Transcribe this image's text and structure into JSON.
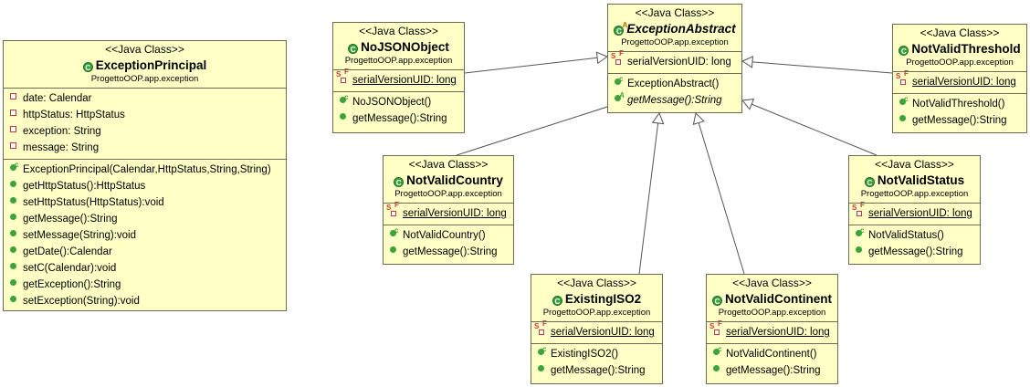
{
  "stereotype": "<<Java Class>>",
  "package": "ProgettoOOP.app.exception",
  "classes": {
    "principal": {
      "name": "ExceptionPrincipal",
      "fields": [
        "date: Calendar",
        "httpStatus: HttpStatus",
        "exception: String",
        "message: String"
      ],
      "methods": [
        "ExceptionPrincipal(Calendar,HttpStatus,String,String)",
        "getHttpStatus():HttpStatus",
        "setHttpStatus(HttpStatus):void",
        "getMessage():String",
        "setMessage(String):void",
        "getDate():Calendar",
        "setC(Calendar):void",
        "getException():String",
        "setException(String):void"
      ]
    },
    "nojson": {
      "name": "NoJSONObject",
      "field": "serialVersionUID: long",
      "methods": [
        "NoJSONObject()",
        "getMessage():String"
      ]
    },
    "abstract": {
      "name": "ExceptionAbstract",
      "field": "serialVersionUID: long",
      "methods": [
        "ExceptionAbstract()",
        "getMessage():String"
      ]
    },
    "threshold": {
      "name": "NotValidThreshold",
      "field": "serialVersionUID: long",
      "methods": [
        "NotValidThreshold()",
        "getMessage():String"
      ]
    },
    "country": {
      "name": "NotValidCountry",
      "field": "serialVersionUID: long",
      "methods": [
        "NotValidCountry()",
        "getMessage():String"
      ]
    },
    "status": {
      "name": "NotValidStatus",
      "field": "serialVersionUID: long",
      "methods": [
        "NotValidStatus()",
        "getMessage():String"
      ]
    },
    "iso2": {
      "name": "ExistingISO2",
      "field": "serialVersionUID: long",
      "methods": [
        "ExistingISO2()",
        "getMessage():String"
      ]
    },
    "continent": {
      "name": "NotValidContinent",
      "field": "serialVersionUID: long",
      "methods": [
        "NotValidContinent()",
        "getMessage():String"
      ]
    }
  },
  "colors": {
    "box_fill": "#ffffc6",
    "border": "#6b6b55",
    "edge": "#555555",
    "class_icon": "#3aa33a",
    "private_icon": "#c23b3b"
  },
  "edges": [
    {
      "from": "nojson",
      "to": "abstract",
      "type": "generalization"
    },
    {
      "from": "threshold",
      "to": "abstract",
      "type": "generalization"
    },
    {
      "from": "country",
      "to": "abstract",
      "type": "generalization"
    },
    {
      "from": "status",
      "to": "abstract",
      "type": "generalization"
    },
    {
      "from": "iso2",
      "to": "abstract",
      "type": "generalization"
    },
    {
      "from": "continent",
      "to": "abstract",
      "type": "generalization"
    }
  ]
}
